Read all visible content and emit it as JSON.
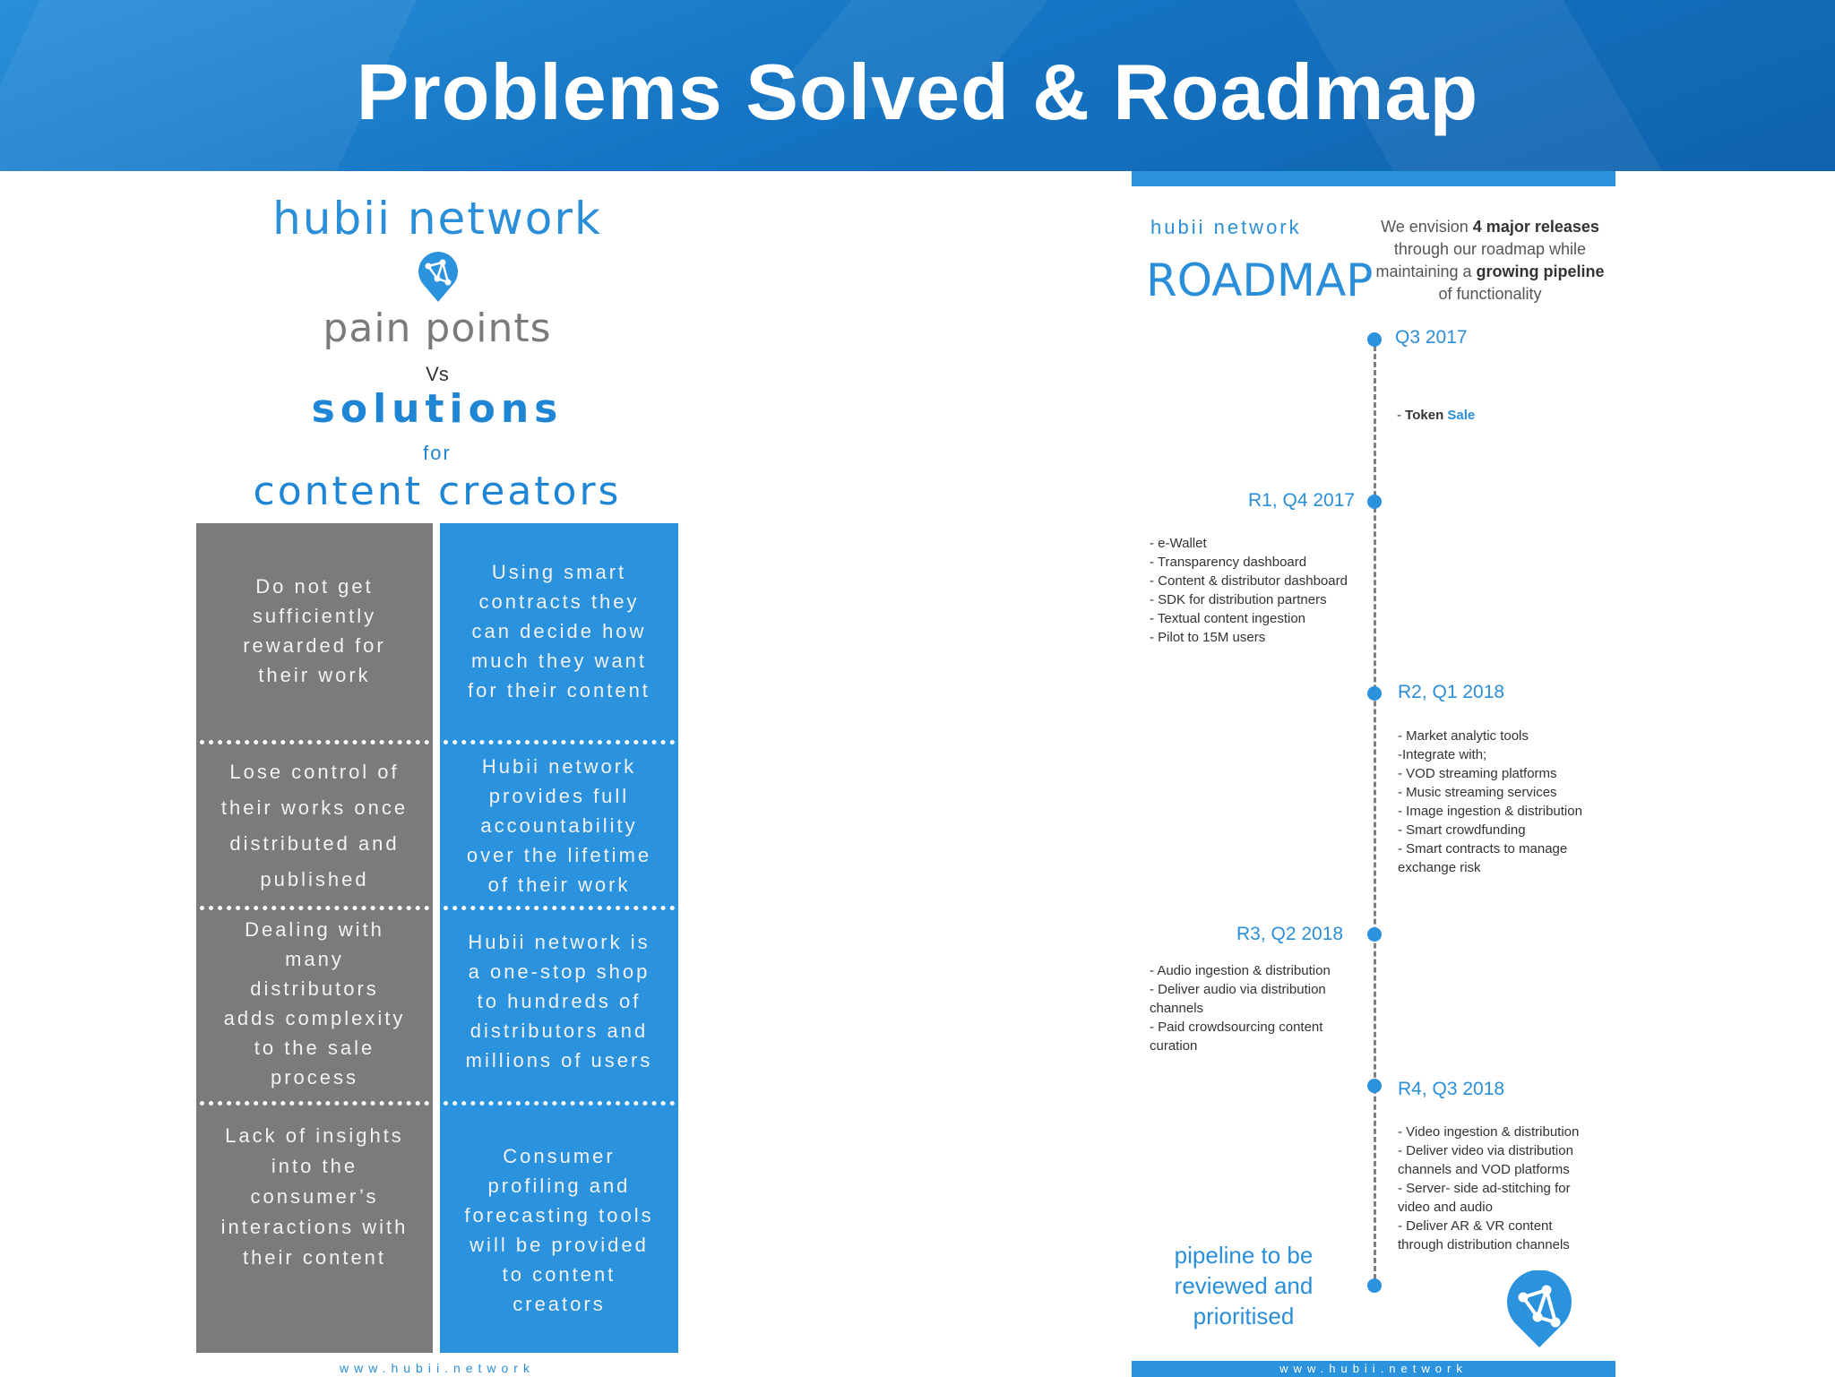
{
  "header": {
    "title": "Problems Solved & Roadmap"
  },
  "left": {
    "brand": "hubii network",
    "pain_points": "pain points",
    "vs": "Vs",
    "solutions": "solutions",
    "for": "for",
    "content_creators": "content creators",
    "rows": [
      {
        "problem": "Do not get\nsufficiently\nrewarded for\ntheir work",
        "solution": "Using smart\ncontracts they\ncan decide how\nmuch they want\nfor their content"
      },
      {
        "problem": "Lose control of\ntheir works once\ndistributed and\npublished",
        "solution": "Hubii network\nprovides full\naccountability\nover the lifetime\nof their work"
      },
      {
        "problem": "Dealing with\nmany\ndistributors\nadds complexity\nto the sale\nprocess",
        "solution": "Hubii network is\na one-stop shop\nto hundreds of\ndistributors and\nmillions of users"
      },
      {
        "problem": "Lack of insights\ninto the\nconsumer’s\ninteractions with\ntheir content",
        "solution": "Consumer\nprofiling and\nforecasting tools\nwill be provided\nto content\ncreators"
      }
    ],
    "footer_url": "www.hubii.network"
  },
  "right": {
    "brand": "hubii network",
    "roadmap": "ROADMAP",
    "envision": {
      "p1": "We envision ",
      "b1": "4 major releases",
      "p2": " through our roadmap while maintaining a ",
      "b2": "growing pipeline",
      "p3": " of functionality"
    },
    "milestones": [
      {
        "label": "Q3 2017",
        "token_prefix": "- ",
        "token_bold": "Token",
        "token_sale": "Sale"
      },
      {
        "label": "R1, Q4 2017",
        "items": "- e-Wallet\n- Transparency dashboard\n- Content & distributor dashboard\n- SDK for distribution partners\n- Textual content ingestion\n- Pilot to 15M users"
      },
      {
        "label": "R2, Q1 2018",
        "items": "- Market analytic tools\n-Integrate with;\n- VOD streaming platforms\n- Music streaming services\n- Image ingestion & distribution\n- Smart crowdfunding\n- Smart contracts to manage\nexchange risk"
      },
      {
        "label": "R3, Q2 2018",
        "items": "- Audio ingestion & distribution\n- Deliver audio via distribution\nchannels\n- Paid crowdsourcing content\ncuration"
      },
      {
        "label": "R4, Q3 2018",
        "items": "- Video ingestion & distribution\n- Deliver video via distribution\nchannels and VOD platforms\n- Server- side ad-stitching for\nvideo and audio\n- Deliver AR & VR content\nthrough distribution channels"
      }
    ],
    "pipeline": "pipeline to be\nreviewed  and\nprioritised",
    "footer_url": "www.hubii.network"
  },
  "colors": {
    "blue": "#2b92de",
    "gray": "#7b7b7d",
    "header_blue": "#1575c4"
  },
  "icons": [
    "hubii-logo-icon"
  ]
}
